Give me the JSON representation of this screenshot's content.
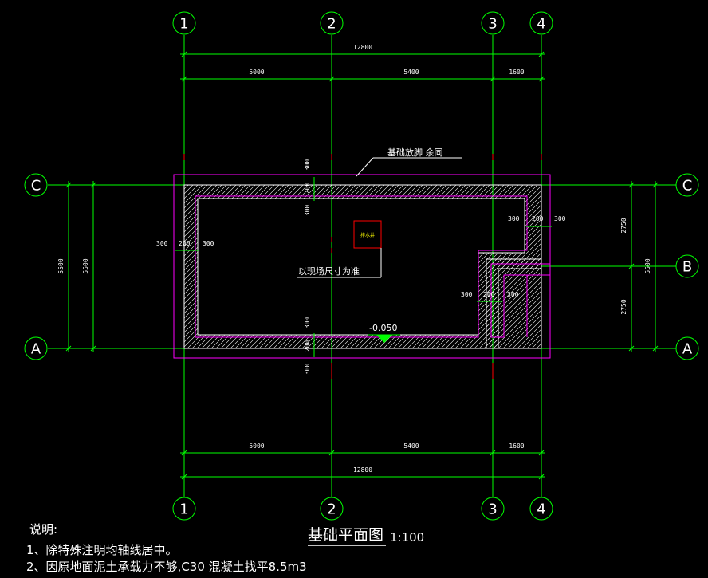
{
  "drawing": {
    "title": "基础平面图",
    "scale": "1:100",
    "axes": {
      "vertical": [
        "1",
        "2",
        "3",
        "4"
      ],
      "horizontal": [
        "C",
        "B",
        "A"
      ]
    },
    "dimensions": {
      "total_horizontal": "12800",
      "segments_horizontal": [
        "5000",
        "5400",
        "1600"
      ],
      "total_vertical": "5500",
      "segments_vertical_right": [
        "2750",
        "2750"
      ],
      "wall_300": "300",
      "wall_200": "200"
    },
    "annotations": {
      "footing_note": "基础放脚  余同",
      "pit_label": "排水井",
      "pit_note": "以现场尺寸为准",
      "level": "-0.050"
    },
    "notes": {
      "heading": "说明:",
      "items": [
        "1、除特殊注明均轴线居中。",
        "2、因原地面泥土承载力不够,C30 混凝土找平8.5m3"
      ]
    }
  },
  "colors": {
    "background": "#000000",
    "axis": "#00ff00",
    "footing": "#ff00ff",
    "wall": "#ffffff",
    "pit": "#ff0000",
    "text": "#ffffff",
    "level_marker": "#00ff00"
  }
}
